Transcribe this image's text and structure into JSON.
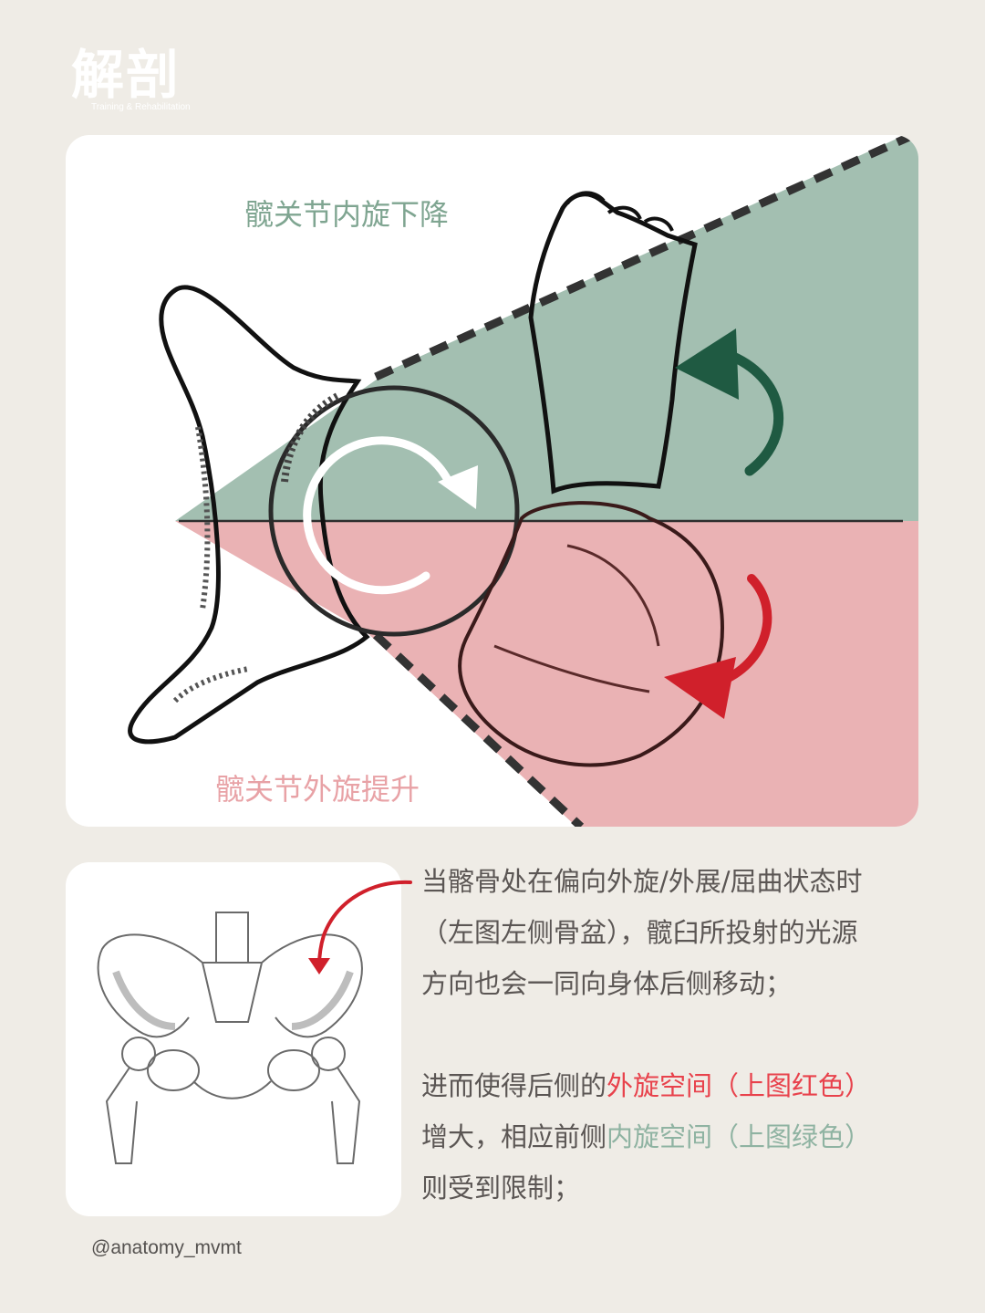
{
  "logo": {
    "text": "解剖",
    "subtitle": "Training & Rehabilitation"
  },
  "diagram": {
    "label_internal": "髋关节内旋下降",
    "label_external": "髋关节外旋提升",
    "colors": {
      "internal_zone": "#a3bfb1",
      "external_zone": "#eab2b4",
      "internal_arrow": "#1f5a42",
      "external_arrow": "#d0202b"
    }
  },
  "text": {
    "p1_lines": [
      "当髂骨处在偏向外旋/外展/屈曲状态时",
      "（左图左侧骨盆），髋臼所投射的光源",
      "方向也会一同向身体后侧移动；"
    ],
    "p2_line1_prefix": "进而使得后侧的",
    "p2_line1_highlight": "外旋空间（上图红色）",
    "p2_line2_prefix": "增大，相应前侧",
    "p2_line2_highlight": "内旋空间（上图绿色）",
    "p2_line3": "则受到限制；"
  },
  "handle": "@anatomy_mvmt"
}
